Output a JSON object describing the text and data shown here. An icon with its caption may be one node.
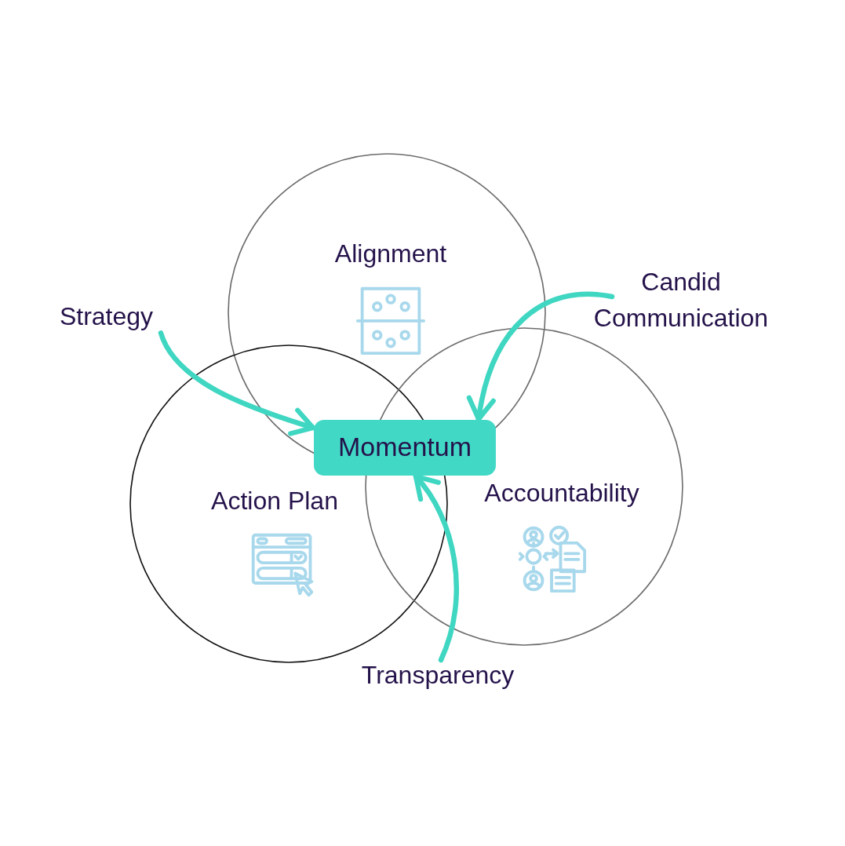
{
  "diagram": {
    "nodes": [
      {
        "text": [
          "Alignment"
        ]
      },
      {
        "text": [
          "Action Plan"
        ]
      },
      {
        "text": [
          "Accountability"
        ]
      },
      {
        "text": [
          "Momentum"
        ]
      },
      {
        "text": [
          "Strategy"
        ]
      },
      {
        "text": [
          "Candid Communication"
        ]
      },
      {
        "text": [
          "Transparency"
        ]
      }
    ],
    "edges": [
      {
        "from": 4,
        "to": 3,
        "arrow": "to"
      },
      {
        "from": 5,
        "to": 3,
        "arrow": "to"
      },
      {
        "from": 6,
        "to": 3,
        "arrow": "to"
      }
    ]
  }
}
